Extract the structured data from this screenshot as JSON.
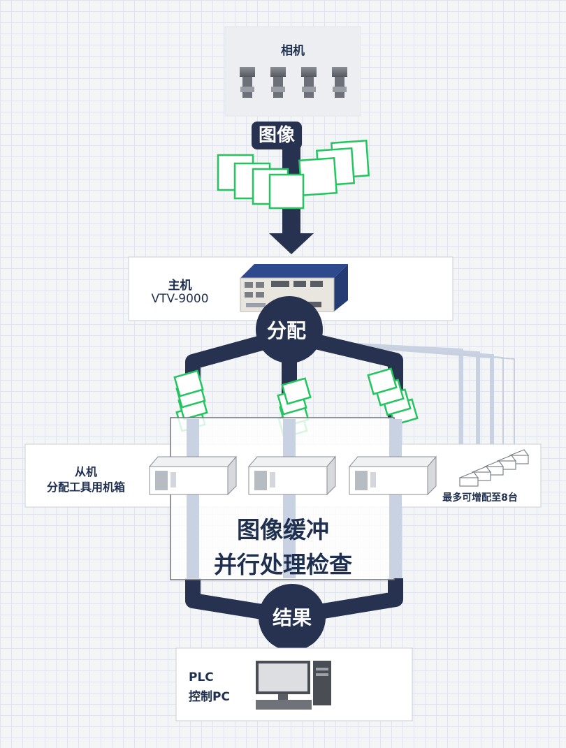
{
  "camera_group": {
    "title": "相机",
    "camera_count": 4
  },
  "images_label": "图像",
  "host": {
    "title": "主机",
    "model": "VTV-9000"
  },
  "distribute_label": "分配",
  "slaves": {
    "title": "从机",
    "subtitle": "分配工具用机箱",
    "max_note": "最多可增配至8台",
    "unit_count": 3
  },
  "buffer": {
    "line1": "图像缓冲",
    "line2": "并行处理检查"
  },
  "result_label": "结果",
  "plc": {
    "line1": "PLC",
    "line2": "控制PC"
  },
  "colors": {
    "navy": "#26324f",
    "image_green": "#22c55e",
    "pale_flow": "#c8d2e2",
    "background": "#f4f5f7",
    "grid": "#e1e4ea"
  }
}
